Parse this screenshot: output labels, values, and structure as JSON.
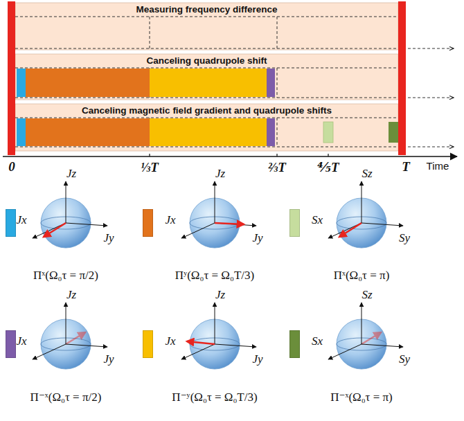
{
  "diagram": {
    "nodes": [
      {
        "text": [
          "Measuring frequency difference"
        ]
      },
      {
        "text": [
          "Canceling quadrupole shift"
        ]
      },
      {
        "text": [
          "Canceling magnetic field gradient and quadrupole shifts"
        ]
      }
    ],
    "labels": [
      "0",
      "⅓T",
      "⅔T",
      "⅘T",
      "T",
      "Time",
      "Jz",
      "Jx",
      "Jy",
      "Jz",
      "Jx",
      "Jy",
      "Sz",
      "Sx",
      "Sy",
      "Jz",
      "Jx",
      "Jy",
      "Jz",
      "Jx",
      "Jy",
      "Sz",
      "Sx",
      "Sy"
    ],
    "legend": [
      {
        "text": "Πˣ(Ω₀τ = π/2)",
        "color": "#29a9e1"
      },
      {
        "text": "Πʸ(Ω₀τ = Ω₀T/3)",
        "color": "#e2731c"
      },
      {
        "text": "Πˣ(Ω₀τ = π)",
        "color": "#c6dd9e"
      },
      {
        "text": "Π⁻ˣ(Ω₀τ = π/2)",
        "color": "#7d5ca9"
      },
      {
        "text": "Π⁻ʸ(Ω₀τ = Ω₀T/3)",
        "color": "#f8bf00"
      },
      {
        "text": "Π⁻ˣ(Ω₀τ = π)",
        "color": "#6b8e3b"
      }
    ]
  }
}
